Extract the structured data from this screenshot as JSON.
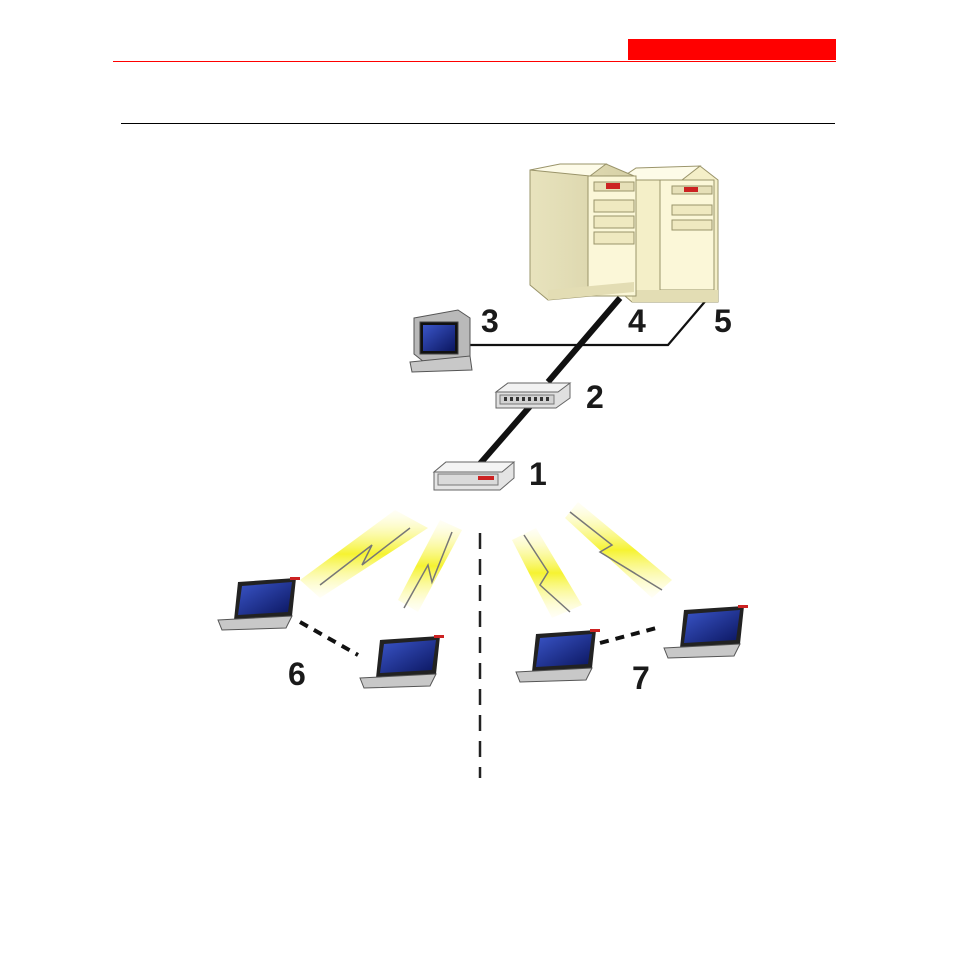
{
  "header": {
    "accent_color": "#ff0000",
    "rule_color": "#000000"
  },
  "diagram": {
    "labels": {
      "n1": "1",
      "n2": "2",
      "n3": "3",
      "n4": "4",
      "n5": "5",
      "n6": "6",
      "n7": "7"
    },
    "colors": {
      "beam": "#f3f000",
      "cable": "#111111",
      "server": "#fbf7d8",
      "laptop_screen": "#1a2a8a"
    }
  }
}
